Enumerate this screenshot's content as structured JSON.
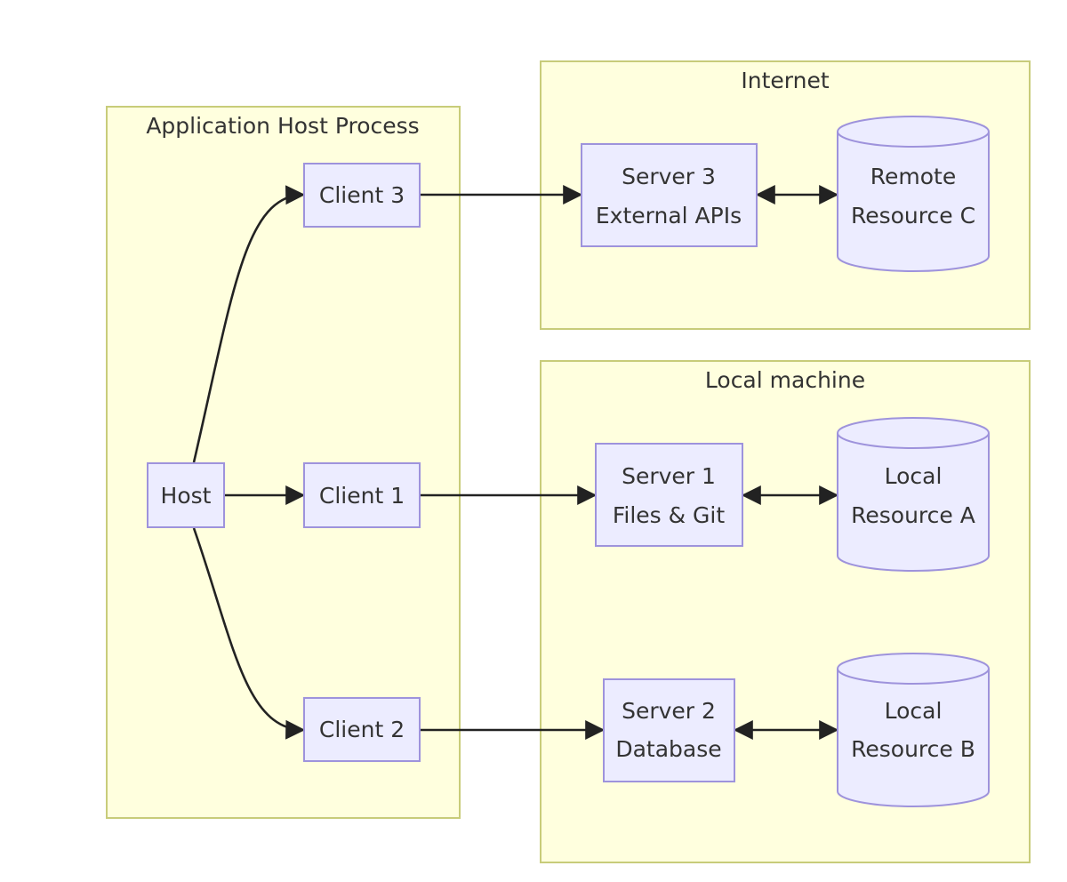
{
  "clusters": {
    "host_process": "Application Host Process",
    "internet": "Internet",
    "local_machine": "Local machine"
  },
  "nodes": {
    "host": [
      "Host"
    ],
    "client1": [
      "Client 1"
    ],
    "client2": [
      "Client 2"
    ],
    "client3": [
      "Client 3"
    ],
    "server1": [
      "Server 1",
      "Files & Git"
    ],
    "server2": [
      "Server 2",
      "Database"
    ],
    "server3": [
      "Server 3",
      "External APIs"
    ],
    "resource_a": [
      "Local",
      "Resource A"
    ],
    "resource_b": [
      "Local",
      "Resource B"
    ],
    "resource_c": [
      "Remote",
      "Resource C"
    ]
  },
  "edges": [
    {
      "from": "Host",
      "to": "Client 1",
      "direction": "forward"
    },
    {
      "from": "Host",
      "to": "Client 2",
      "direction": "forward"
    },
    {
      "from": "Host",
      "to": "Client 3",
      "direction": "forward"
    },
    {
      "from": "Client 1",
      "to": "Server 1",
      "direction": "forward"
    },
    {
      "from": "Client 2",
      "to": "Server 2",
      "direction": "forward"
    },
    {
      "from": "Client 3",
      "to": "Server 3",
      "direction": "forward"
    },
    {
      "from": "Server 1",
      "to": "Local Resource A",
      "direction": "both"
    },
    {
      "from": "Server 2",
      "to": "Local Resource B",
      "direction": "both"
    },
    {
      "from": "Server 3",
      "to": "Remote Resource C",
      "direction": "both"
    }
  ],
  "colors": {
    "cluster_fill": "#ffffde",
    "cluster_stroke": "#c8cc7a",
    "node_fill": "#ececff",
    "node_stroke": "#9e93dc",
    "edge": "#222222",
    "text": "#333333"
  }
}
